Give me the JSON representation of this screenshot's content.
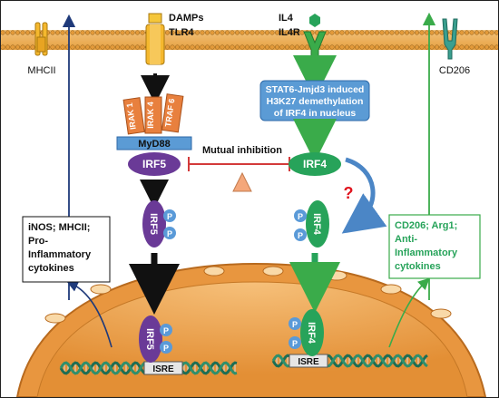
{
  "receptors": {
    "damps": "DAMPs",
    "tlr4": "TLR4",
    "il4": "IL4",
    "il4r": "IL4R",
    "mhcii": "MHCII",
    "cd206": "CD206"
  },
  "adaptors": {
    "irak1": "IRAK 1",
    "irak4": "IRAK 4",
    "traf6": "TRAF 6",
    "myd88": "MyD88"
  },
  "factors": {
    "irf5": "IRF5",
    "irf4": "IRF4",
    "phospho": "P"
  },
  "stat6_box": [
    "STAT6-Jmjd3 induced",
    "H3K27 demethylation",
    "of IRF4 in nucleus"
  ],
  "mutual_inhibition": "Mutual inhibition",
  "question_mark": "?",
  "left_box": [
    "iNOS; MHCII;",
    "Pro-",
    "Inflammatory",
    "cytokines"
  ],
  "right_box": [
    "CD206; Arg1;",
    "Anti-",
    "Inflammatory",
    "cytokines"
  ],
  "isre": "ISRE",
  "colors": {
    "irf5": "#6a3a97",
    "irf4": "#27a35a",
    "phospho": "#5a9ad8",
    "receptor_yellow": "#f5b82e",
    "il4r_green": "#3aab4a",
    "stat6_box": "#5b9bd5",
    "myd88": "#5b9bd5",
    "irak": "#e8803e",
    "nucleus": "#f0a44a",
    "inhibition_red": "#d33a3a",
    "question_red": "#e0141e",
    "left_arrow": "#1f3a7a",
    "right_arrow": "#3aab4a"
  }
}
